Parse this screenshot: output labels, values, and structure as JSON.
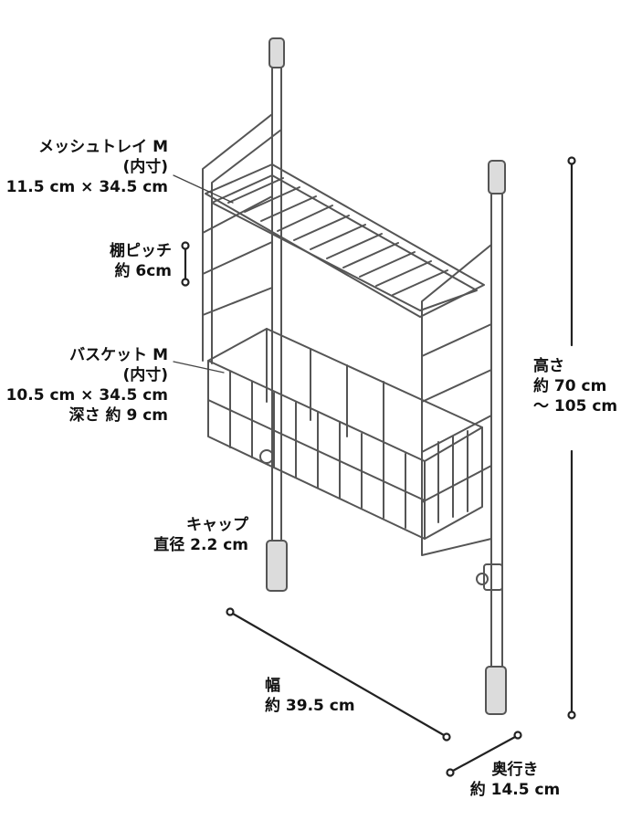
{
  "labels": {
    "mesh_tray": {
      "title": "メッシュトレイ M",
      "note": "(内寸)",
      "size": "約 11.5 cm × 34.5 cm"
    },
    "shelf_pitch": {
      "title": "棚ピッチ",
      "value": "約 6cm"
    },
    "basket": {
      "title": "バスケット M",
      "note": "(内寸)",
      "size": "約 10.5 cm × 34.5 cm",
      "depth": "深さ 約 9 cm"
    },
    "cap": {
      "title": "キャップ",
      "value": "直径 2.2 cm"
    },
    "height": {
      "title": "高さ",
      "value1": "約 70 cm",
      "value2": "〜 105 cm"
    },
    "width": {
      "title": "幅",
      "value": "約 39.5 cm"
    },
    "depth": {
      "title": "奥行き",
      "value": "約 14.5 cm"
    }
  },
  "colors": {
    "line": "#555555",
    "text": "#111111",
    "cap_fill": "#dcdcdc"
  }
}
